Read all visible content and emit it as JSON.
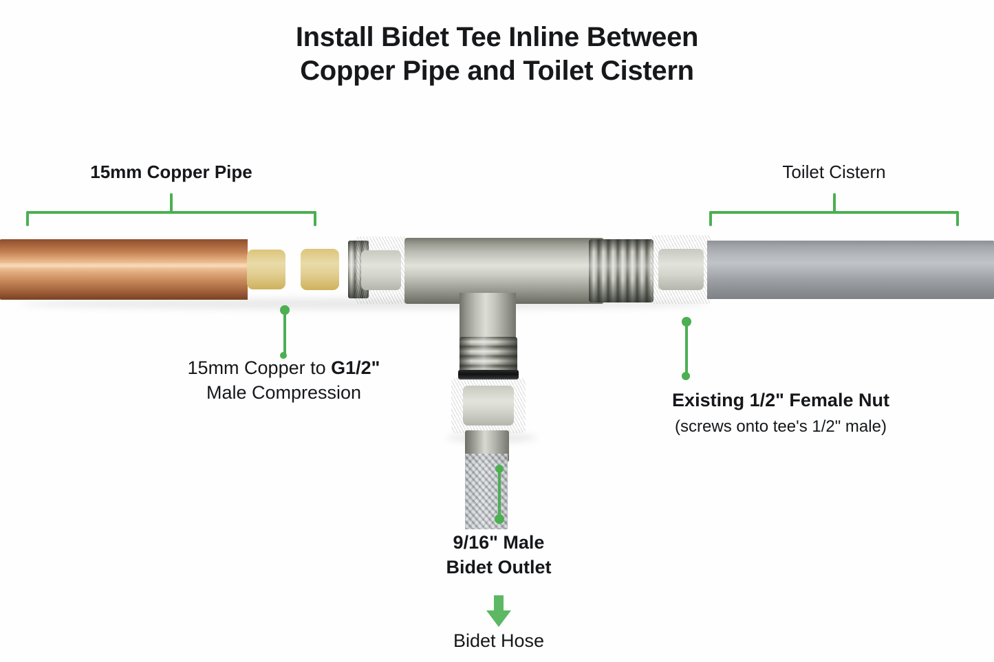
{
  "title": {
    "line1": "Install Bidet Tee Inline Between",
    "line2": "Copper Pipe and Toilet Cistern"
  },
  "accent_color": "#4caf52",
  "labels": {
    "copper_pipe": "15mm Copper Pipe",
    "toilet_cistern": "Toilet Cistern"
  },
  "callouts": {
    "left": {
      "line1_pre": "15mm Copper to ",
      "line1_bold": "G1/2\"",
      "line2": "Male Compression"
    },
    "right": {
      "line1": "Existing 1/2\" Female Nut",
      "line2": "(screws onto tee's 1/2\" male)"
    },
    "bottom": {
      "line1": "9/16\" Male",
      "line2": "Bidet Outlet",
      "target": "Bidet Hose"
    }
  },
  "parts": {
    "copper_pipe_color": "#c07d4e",
    "brass_color": "#ddc471",
    "nickel_color": "#c9cbc2",
    "grey_pipe_color": "#9a9da1",
    "oring_color": "#111312"
  }
}
